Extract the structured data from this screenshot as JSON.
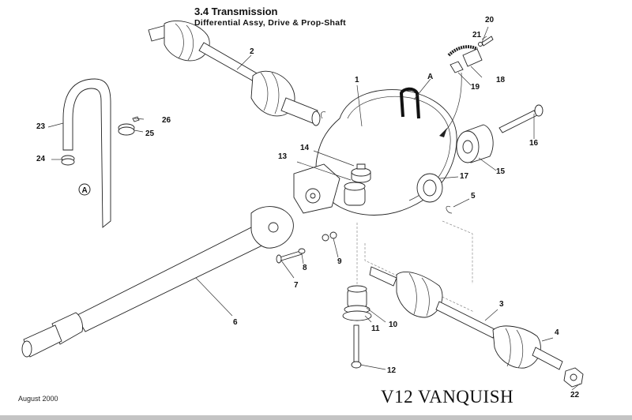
{
  "header": {
    "title": "3.4 Transmission",
    "subtitle": "Differential Assy, Drive & Prop-Shaft"
  },
  "footer": {
    "date": "August 2000",
    "model": "V12 VANQUISH"
  },
  "callouts": {
    "c1": "1",
    "c2": "2",
    "c3": "3",
    "c4": "4",
    "c5": "5",
    "c6": "6",
    "c7": "7",
    "c8": "8",
    "c9": "9",
    "c10": "10",
    "c11": "11",
    "c12": "12",
    "c13": "13",
    "c14": "14",
    "c15": "15",
    "c16": "16",
    "c17": "17",
    "c18": "18",
    "c19": "19",
    "c20": "20",
    "c21": "21",
    "c22": "22",
    "c23": "23",
    "c24": "24",
    "c25": "25",
    "c26": "26",
    "cA": "A",
    "cA_circle": "A"
  },
  "parts": [
    {
      "ref": "1",
      "name": "differential-housing"
    },
    {
      "ref": "2",
      "name": "left-drive-shaft"
    },
    {
      "ref": "3",
      "name": "right-drive-shaft"
    },
    {
      "ref": "4",
      "name": "cv-joint-boot"
    },
    {
      "ref": "5",
      "name": "circlip"
    },
    {
      "ref": "6",
      "name": "prop-shaft"
    },
    {
      "ref": "7",
      "name": "bolt"
    },
    {
      "ref": "8",
      "name": "nut"
    },
    {
      "ref": "9",
      "name": "nut-washer"
    },
    {
      "ref": "10",
      "name": "mount-bush"
    },
    {
      "ref": "11",
      "name": "washer"
    },
    {
      "ref": "12",
      "name": "mount-bolt"
    },
    {
      "ref": "13",
      "name": "mount"
    },
    {
      "ref": "14",
      "name": "nut"
    },
    {
      "ref": "15",
      "name": "rear-bush"
    },
    {
      "ref": "16",
      "name": "bolt"
    },
    {
      "ref": "17",
      "name": "plug"
    },
    {
      "ref": "18",
      "name": "breather"
    },
    {
      "ref": "19",
      "name": "gasket"
    },
    {
      "ref": "20",
      "name": "bolt"
    },
    {
      "ref": "21",
      "name": "washer"
    },
    {
      "ref": "22",
      "name": "hub-nut"
    },
    {
      "ref": "23",
      "name": "breather-hose"
    },
    {
      "ref": "24",
      "name": "hose-clip"
    },
    {
      "ref": "25",
      "name": "p-clip"
    },
    {
      "ref": "26",
      "name": "screw"
    }
  ]
}
